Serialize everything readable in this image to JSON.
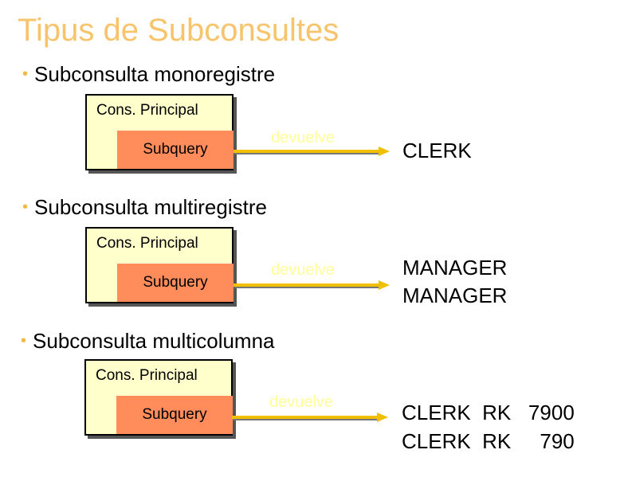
{
  "title": "Tipus de Subconsultes",
  "sections": [
    {
      "heading": "Subconsulta monoregistre",
      "outer_label": "Cons. Principal",
      "inner_label": "Subquery",
      "arrow_label": "devuelve",
      "results": [
        "CLERK"
      ]
    },
    {
      "heading": "Subconsulta multiregistre",
      "outer_label": "Cons. Principal",
      "inner_label": "Subquery",
      "arrow_label": "devuelve",
      "results": [
        "MANAGER",
        "MANAGER"
      ]
    },
    {
      "heading": "Subconsulta multicolumna",
      "outer_label": "Cons. Principal",
      "inner_label": "Subquery",
      "arrow_label": "devuelve",
      "results": [
        "CLERK  RK   7900",
        "CLERK  RK     790"
      ]
    }
  ],
  "colors": {
    "title": "#f7c46c",
    "bullet": "#f4b942",
    "outer_box": "#ffffcc",
    "inner_box": "#ff8c5a",
    "arrow": "#f0c000",
    "arrow_label": "#ffff99"
  }
}
